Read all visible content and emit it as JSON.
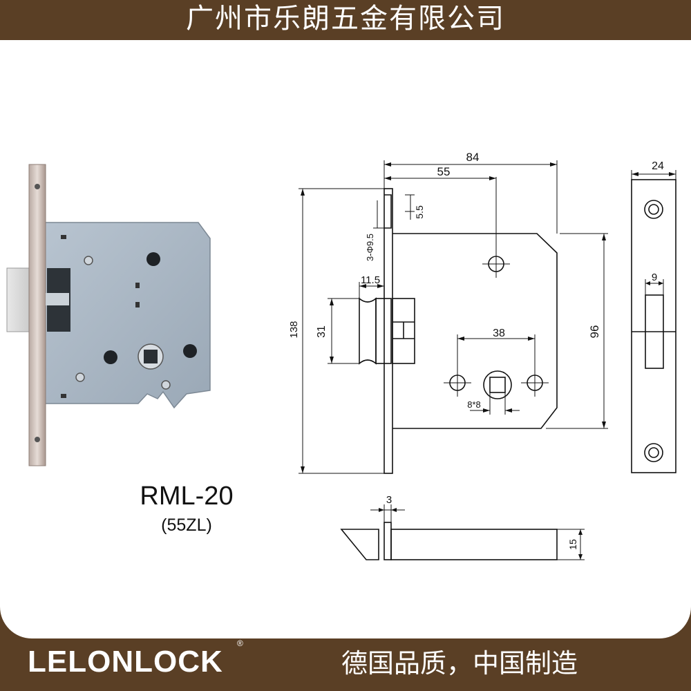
{
  "header": {
    "company_name": "广州市乐朗五金有限公司"
  },
  "product": {
    "model": "RML-20",
    "variant": "(55ZL)"
  },
  "dimensions": {
    "overall_width": "84",
    "backset": "55",
    "faceplate_width": "24",
    "screw_spacing": "5.5",
    "screw_holes": "3-Φ9.5",
    "latch_projection": "11.5",
    "latch_height": "31",
    "faceplate_height": "138",
    "case_height": "96",
    "hole_spacing": "38",
    "spindle": "8*8",
    "strike_opening": "9",
    "faceplate_thickness": "3",
    "case_thickness": "15"
  },
  "footer": {
    "brand": "LELONLOCK",
    "slogan": "德国品质，中国制造"
  },
  "colors": {
    "frame": "#5a3f25",
    "case_body": "#a9b6c3",
    "faceplate": "#cdbfb8"
  }
}
